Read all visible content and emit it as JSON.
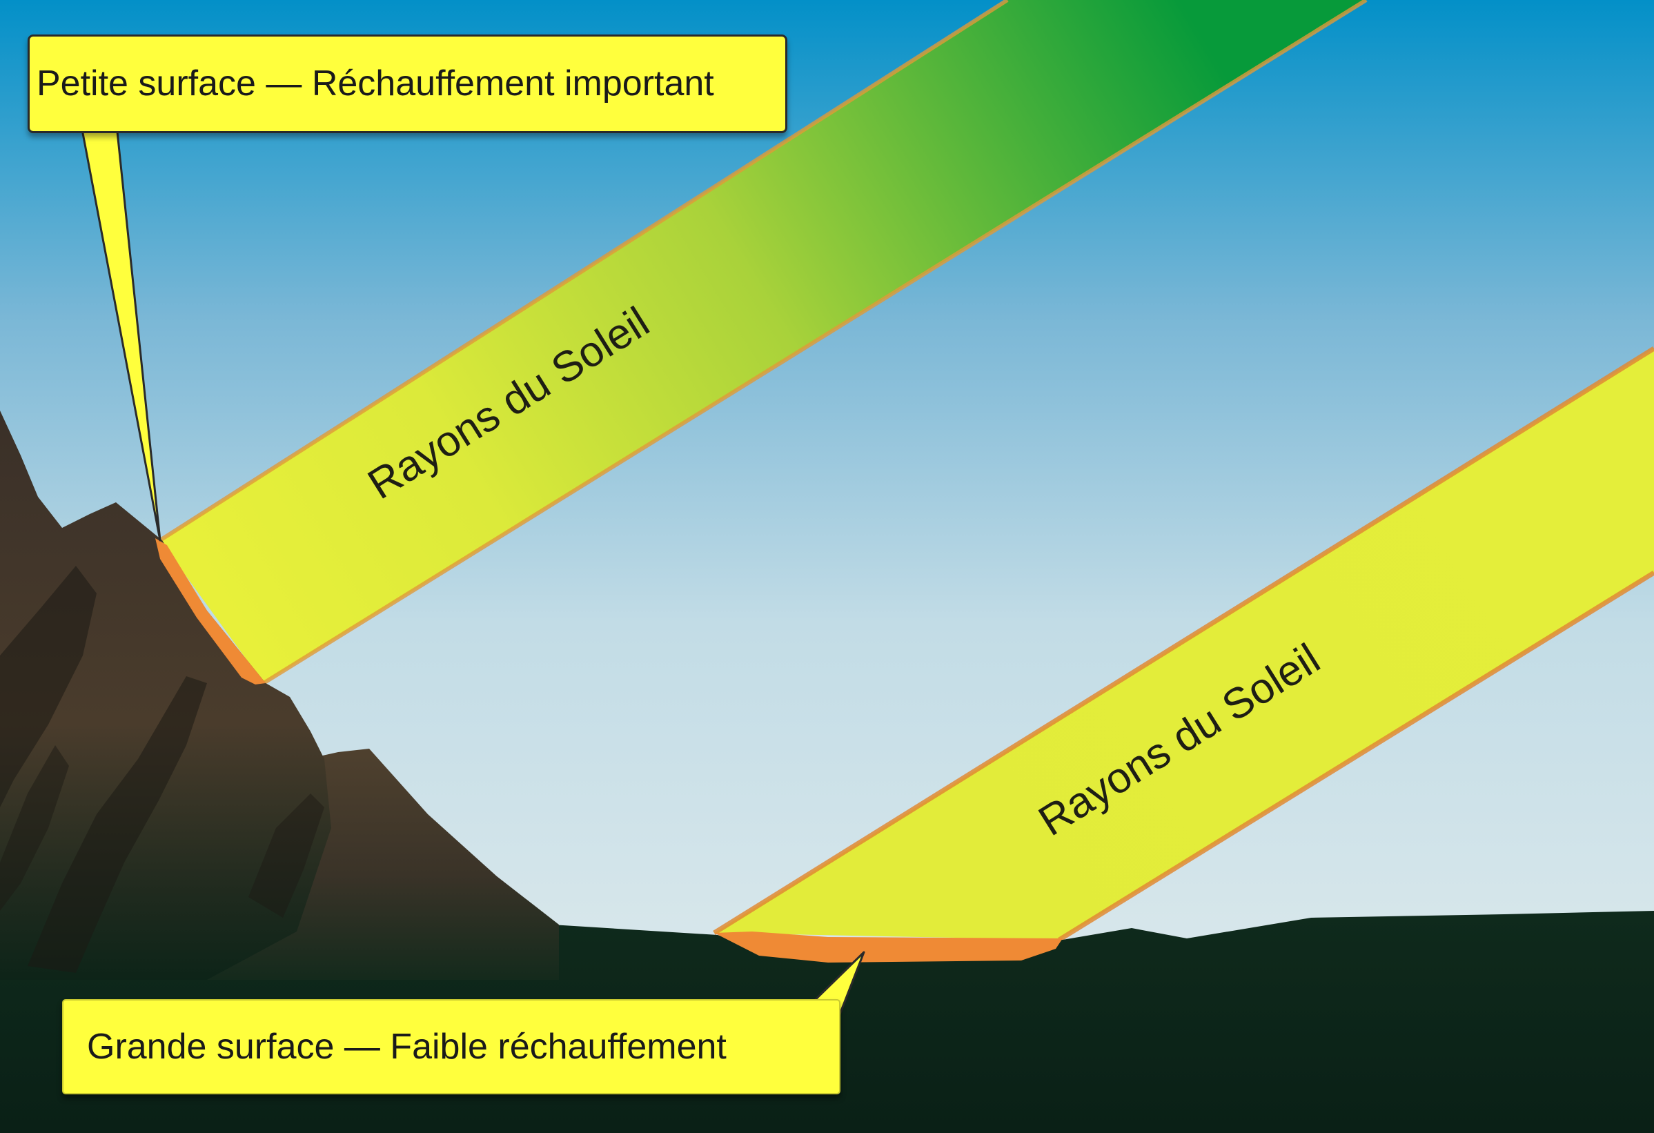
{
  "callouts": {
    "small_surface": "Petite surface — Réchauffement important",
    "large_surface": "Grande surface — Faible réchauffement"
  },
  "beams": {
    "upper_label": "Rayons du Soleil",
    "lower_label": "Rayons du Soleil"
  },
  "colors": {
    "sky_top": "#0390c8",
    "sky_bottom": "#e4edee",
    "beam_far": "#079a3a",
    "beam_near": "#e4ee3a",
    "heated_surface": "#ef8a35",
    "mountain": "#3a3028",
    "ground": "#0d2418",
    "callout_fill": "#ffff3d"
  }
}
